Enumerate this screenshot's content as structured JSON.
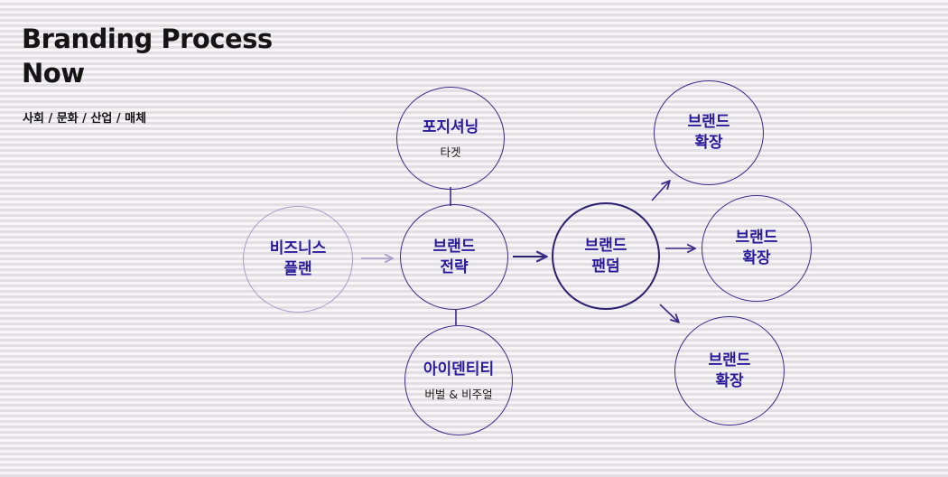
{
  "header": {
    "title_line1": "Branding Process",
    "title_line2": "Now",
    "subtitle": "사회 / 문화 / 산업 / 매체"
  },
  "nodes": {
    "business_plan": {
      "main": "비즈니스\n플랜"
    },
    "positioning": {
      "main": "포지셔닝",
      "sub": "타겟"
    },
    "strategy": {
      "main": "브랜드\n전략"
    },
    "identity": {
      "main": "아이덴티티",
      "sub": "버벌 & 비주얼"
    },
    "fandom": {
      "main": "브랜드\n팬덤"
    },
    "expansion_top": {
      "main": "브랜드\n확장"
    },
    "expansion_mid": {
      "main": "브랜드\n확장"
    },
    "expansion_bottom": {
      "main": "브랜드\n확장"
    }
  },
  "colors": {
    "accent": "#2a1a9c",
    "ring": "#3a2a8a",
    "faded_ring": "#a79cc9",
    "text_dark": "#141414"
  }
}
